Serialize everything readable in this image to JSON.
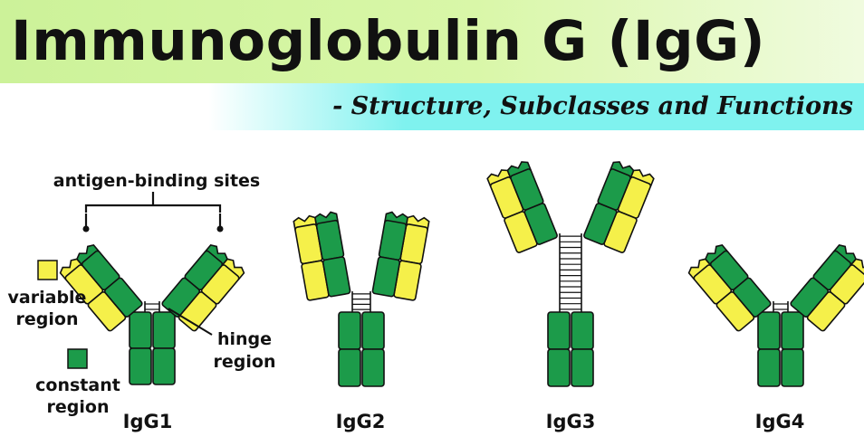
{
  "title": "Immunoglobulin G (IgG)",
  "subtitle": "- Structure, Subclasses and Functions",
  "labels": {
    "antigen_binding_sites": "antigen-binding sites",
    "variable_region_line1": "variable",
    "variable_region_line2": "region",
    "constant_region_line1": "constant",
    "constant_region_line2": "region",
    "hinge_region_line1": "hinge",
    "hinge_region_line2": "region"
  },
  "subclasses": [
    {
      "name": "IgG1"
    },
    {
      "name": "IgG2"
    },
    {
      "name": "IgG3"
    },
    {
      "name": "IgG4"
    }
  ],
  "colors": {
    "variable": "#f5f04a",
    "constant": "#1c9b4a",
    "outline": "#111111",
    "title_band": "#ccf299",
    "subtitle_band": "#7ff2ef"
  }
}
